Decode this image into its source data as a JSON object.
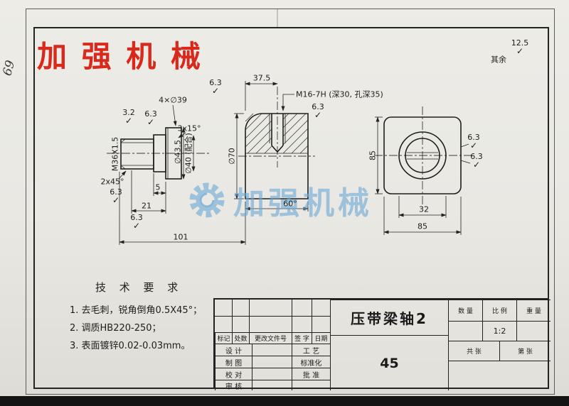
{
  "brand": {
    "text": "加 强 机 械",
    "color": "#d8291c"
  },
  "margin_note": "69",
  "watermark": {
    "text": "加强机械",
    "color": "#7db7e0"
  },
  "annotations": [
    {
      "name": "roughness-3-2",
      "text": "3.2"
    },
    {
      "name": "roughness-6-3-a",
      "text": "6.3"
    },
    {
      "name": "dim-4x-dia39",
      "text": "4×∅39"
    },
    {
      "name": "dim-3x15",
      "text": "3x15°"
    },
    {
      "name": "roughness-6-3-b",
      "text": "6.3"
    },
    {
      "name": "dim-37-5",
      "text": "37.5"
    },
    {
      "name": "callout-m16",
      "text": "M16-7H (深30, 孔深35)"
    },
    {
      "name": "roughness-6-3-c",
      "text": "6.3"
    },
    {
      "name": "dim-m36x1-5",
      "text": "M36X1.5"
    },
    {
      "name": "dim-dia43-5",
      "text": "∅43.5"
    },
    {
      "name": "dim-dia40-fit",
      "text": "∅40 (配合)"
    },
    {
      "name": "dim-dia70",
      "text": "∅70"
    },
    {
      "name": "dim-2x45",
      "text": "2x45°"
    },
    {
      "name": "roughness-6-3-d",
      "text": "6.3"
    },
    {
      "name": "dim-5",
      "text": "5"
    },
    {
      "name": "dim-21",
      "text": "21"
    },
    {
      "name": "roughness-6-3-e",
      "text": "6.3"
    },
    {
      "name": "dim-101",
      "text": "101"
    },
    {
      "name": "dim-60",
      "text": "60°"
    },
    {
      "name": "dim-85-left",
      "text": "85"
    },
    {
      "name": "dim-32",
      "text": "32"
    },
    {
      "name": "dim-85-bottom",
      "text": "85"
    },
    {
      "name": "roughness-6-3-f",
      "text": "6.3"
    },
    {
      "name": "roughness-6-3-g",
      "text": "6.3"
    },
    {
      "name": "surface-rest-label",
      "text": "其余"
    },
    {
      "name": "roughness-12-5",
      "text": "12.5"
    }
  ],
  "tech_requirements": {
    "title": "技 术 要 求",
    "items": [
      "1. 去毛刺，锐角倒角0.5X45°；",
      "2. 调质HB220-250；",
      "3. 表面镀锌0.02-0.03mm。"
    ]
  },
  "title_block": {
    "part_name": "压带梁轴2",
    "material": "45",
    "rev_headers": [
      "标记",
      "处数",
      "更改文件号",
      "签 字",
      "日期"
    ],
    "rows": [
      [
        "设 计",
        "工 艺"
      ],
      [
        "制 图",
        "标准化"
      ],
      [
        "校 对",
        "批 准"
      ],
      [
        "审 核",
        ""
      ]
    ],
    "info_headers": [
      "数 量",
      "比 例",
      "重 量"
    ],
    "scale": "1:2",
    "sheet_info": [
      "共  张",
      "第  张"
    ]
  }
}
